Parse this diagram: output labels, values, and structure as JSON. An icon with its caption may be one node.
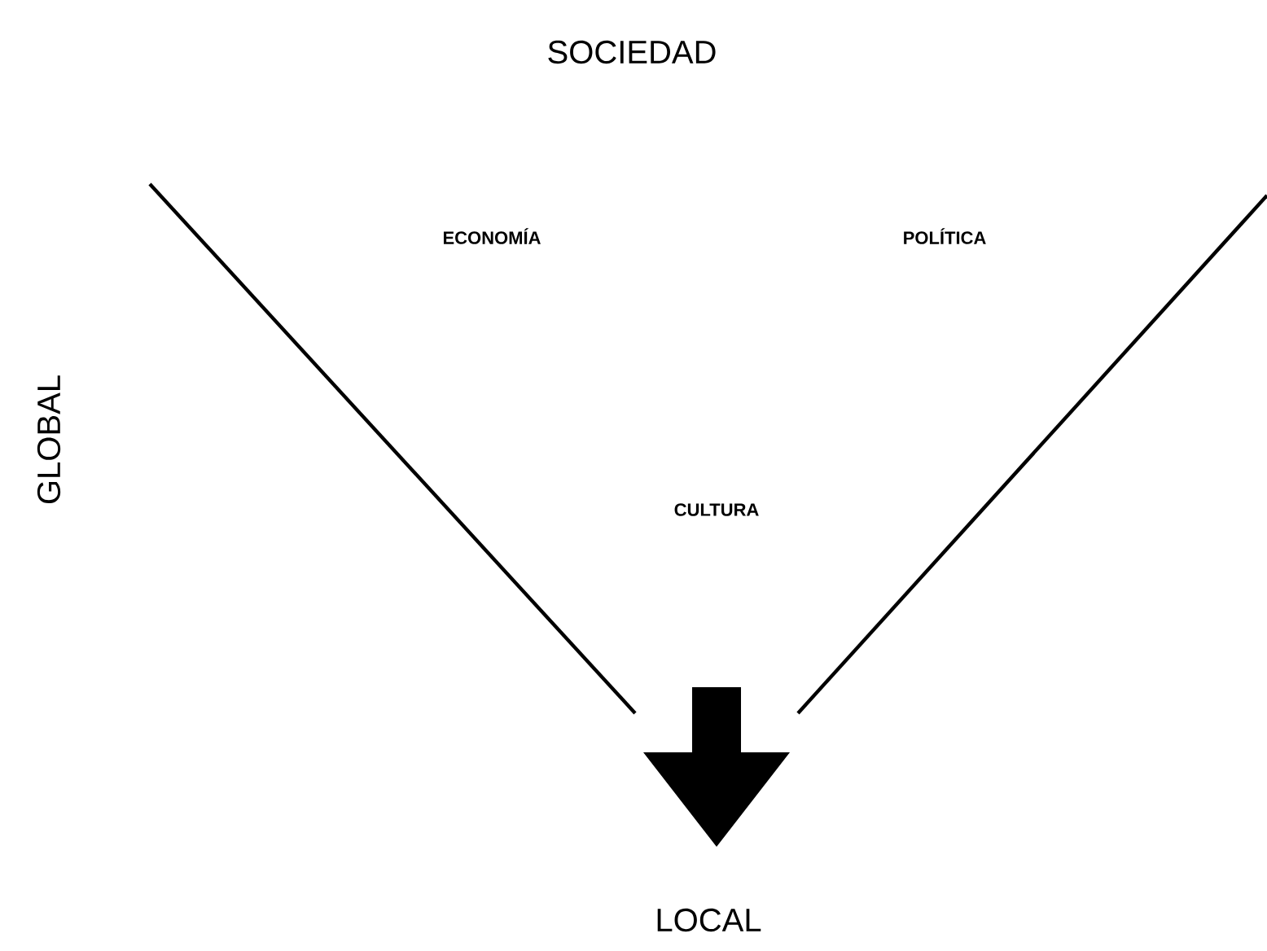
{
  "diagram": {
    "labels": [
      "SOCIEDAD",
      "ECONOMÍA",
      "POLÍTICA",
      "GLOBAL",
      "CULTURA",
      "LOCAL"
    ]
  }
}
